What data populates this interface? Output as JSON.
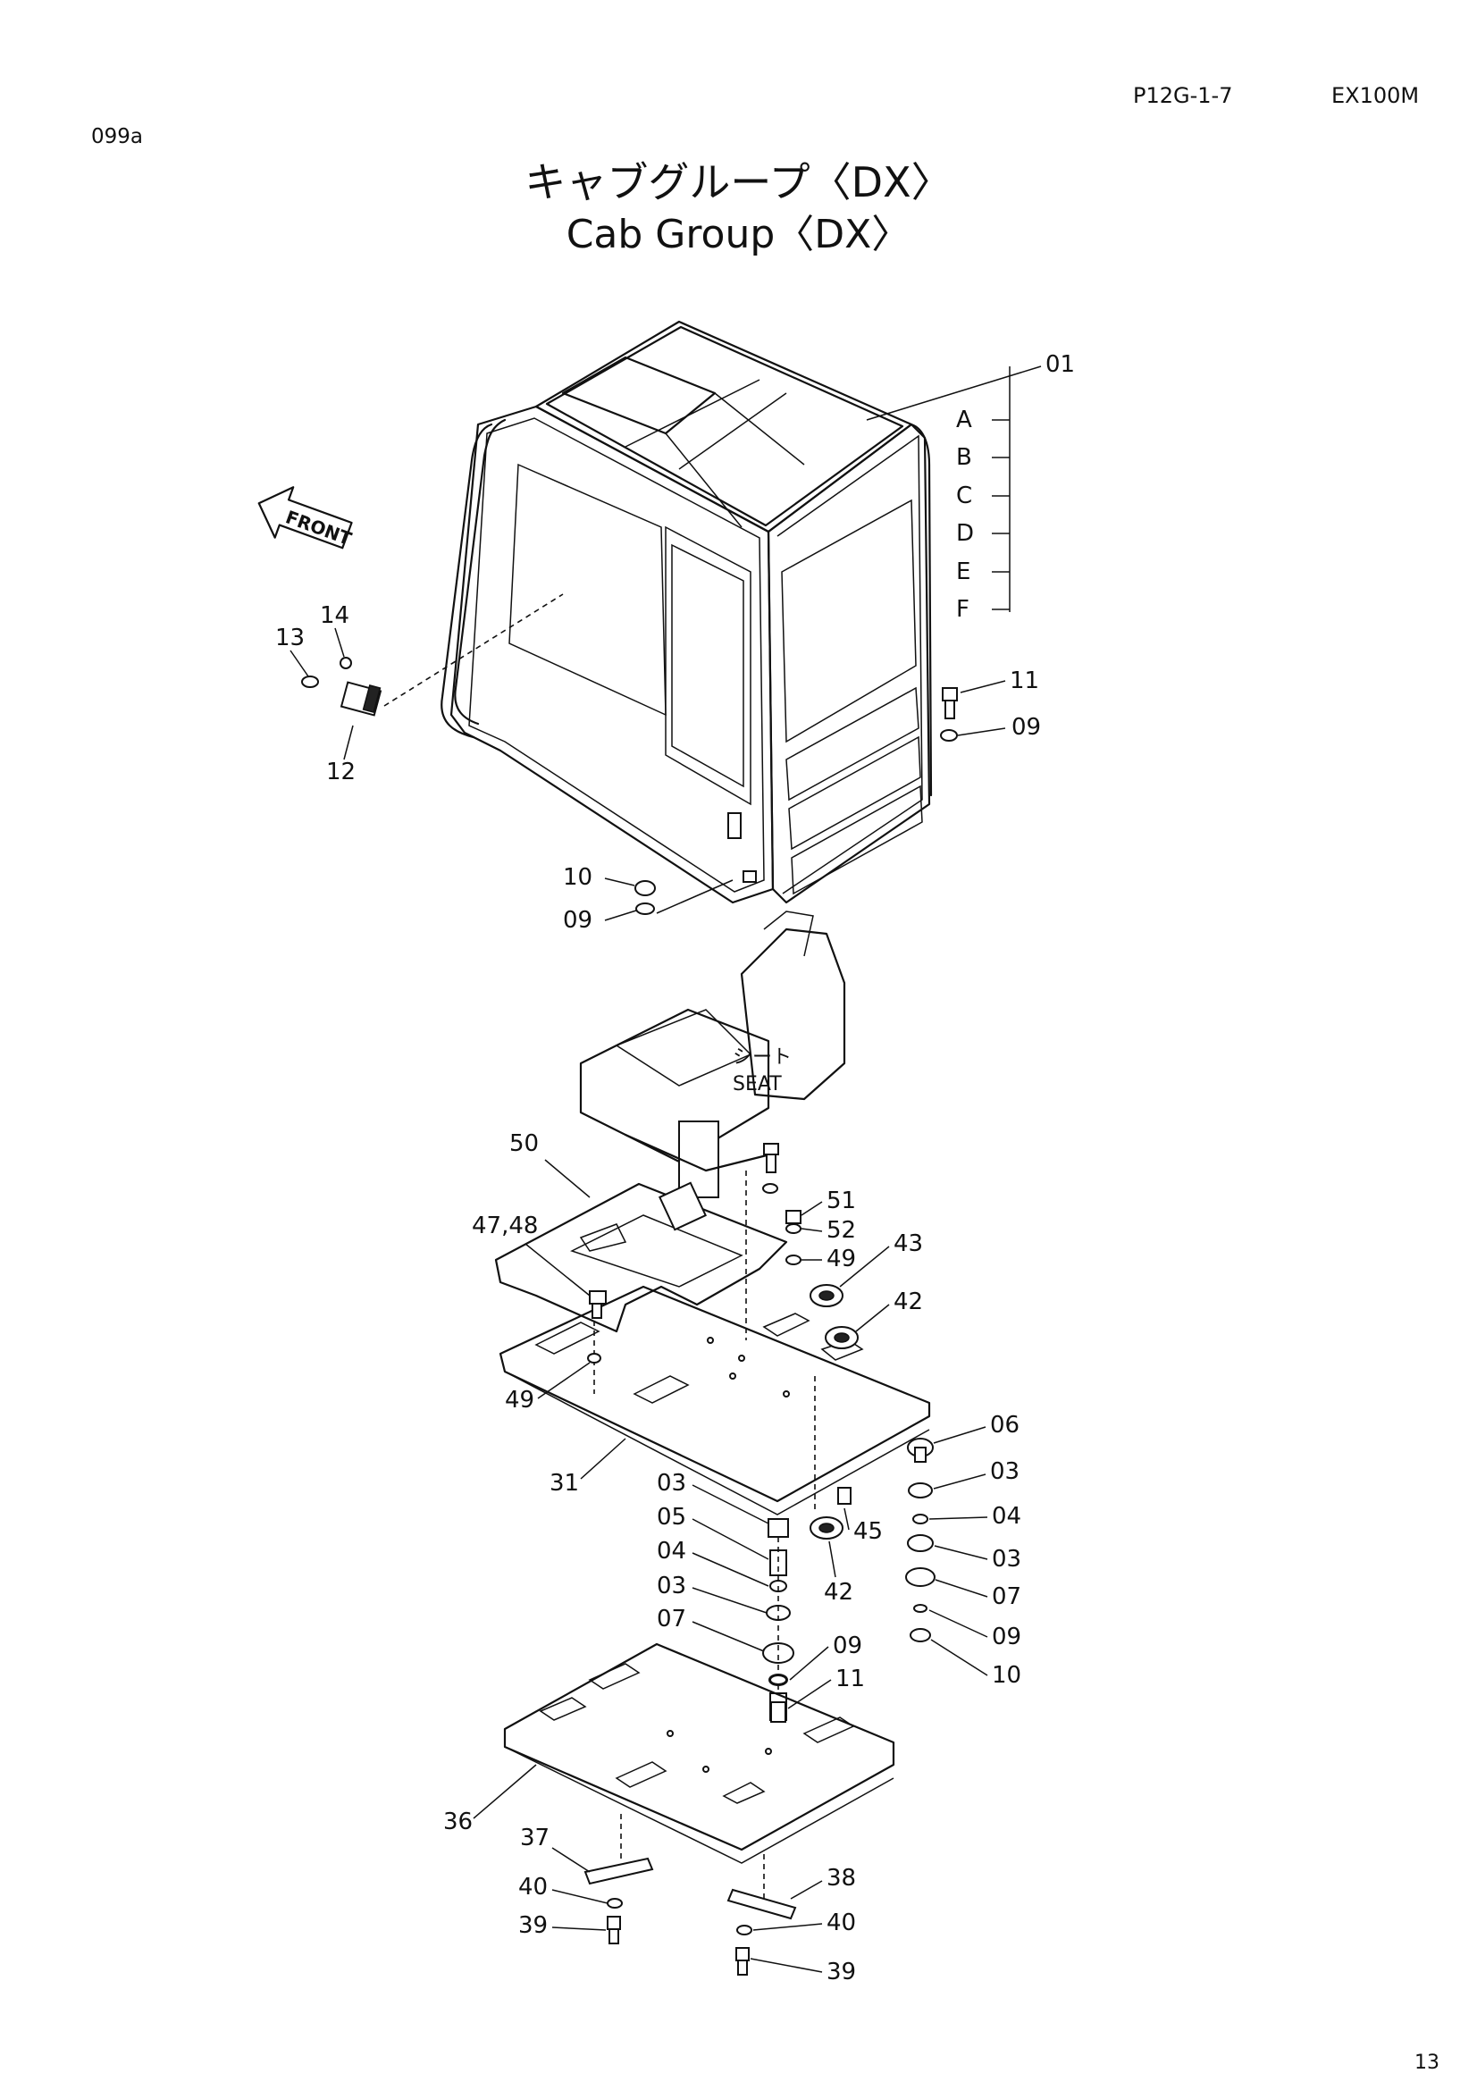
{
  "header": {
    "code": "099a",
    "page_ref": "P12G-1-7",
    "model": "EX100M"
  },
  "title": {
    "japanese": "キャブグループ〈DX〉",
    "english": "Cab Group〈DX〉"
  },
  "page_number": "13",
  "annotations": {
    "front": "FRONT",
    "seat_jp": "シート",
    "seat_en": "SEAT"
  },
  "callouts": [
    {
      "id": "c01",
      "label": "01"
    },
    {
      "id": "cA",
      "label": "A"
    },
    {
      "id": "cB",
      "label": "B"
    },
    {
      "id": "cC",
      "label": "C"
    },
    {
      "id": "cD",
      "label": "D"
    },
    {
      "id": "cE",
      "label": "E"
    },
    {
      "id": "cF",
      "label": "F"
    },
    {
      "id": "c11a",
      "label": "11"
    },
    {
      "id": "c09a",
      "label": "09"
    },
    {
      "id": "c14",
      "label": "14"
    },
    {
      "id": "c13",
      "label": "13"
    },
    {
      "id": "c12",
      "label": "12"
    },
    {
      "id": "c10a",
      "label": "10"
    },
    {
      "id": "c09b",
      "label": "09"
    },
    {
      "id": "c50",
      "label": "50"
    },
    {
      "id": "c4748",
      "label": "47,48"
    },
    {
      "id": "c51",
      "label": "51"
    },
    {
      "id": "c52",
      "label": "52"
    },
    {
      "id": "c49a",
      "label": "49"
    },
    {
      "id": "c43",
      "label": "43"
    },
    {
      "id": "c42a",
      "label": "42"
    },
    {
      "id": "c49b",
      "label": "49"
    },
    {
      "id": "c06",
      "label": "06"
    },
    {
      "id": "c31",
      "label": "31"
    },
    {
      "id": "c03a",
      "label": "03"
    },
    {
      "id": "c03b",
      "label": "03"
    },
    {
      "id": "c05",
      "label": "05"
    },
    {
      "id": "c04a",
      "label": "04"
    },
    {
      "id": "c04b",
      "label": "04"
    },
    {
      "id": "c45",
      "label": "45"
    },
    {
      "id": "c03c",
      "label": "03"
    },
    {
      "id": "c03d",
      "label": "03"
    },
    {
      "id": "c07a",
      "label": "07"
    },
    {
      "id": "c42b",
      "label": "42"
    },
    {
      "id": "c07b",
      "label": "07"
    },
    {
      "id": "c09c",
      "label": "09"
    },
    {
      "id": "c09d",
      "label": "09"
    },
    {
      "id": "c11b",
      "label": "11"
    },
    {
      "id": "c10b",
      "label": "10"
    },
    {
      "id": "c36",
      "label": "36"
    },
    {
      "id": "c37",
      "label": "37"
    },
    {
      "id": "c38",
      "label": "38"
    },
    {
      "id": "c40a",
      "label": "40"
    },
    {
      "id": "c40b",
      "label": "40"
    },
    {
      "id": "c39a",
      "label": "39"
    },
    {
      "id": "c39b",
      "label": "39"
    }
  ]
}
